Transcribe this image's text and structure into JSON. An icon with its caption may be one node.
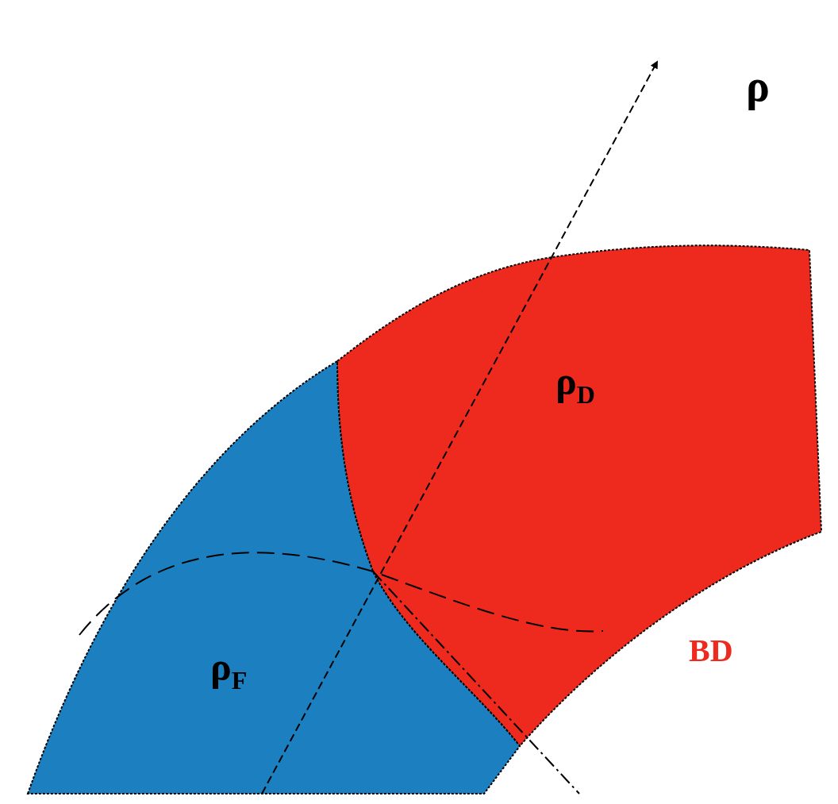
{
  "diagram": {
    "nodes": [
      {
        "text": [
          "ρ$_{D}$"
        ]
      },
      {
        "text": [
          "ρ$_{F}$"
        ]
      }
    ],
    "labels": [
      "ρ",
      "BD"
    ]
  }
}
